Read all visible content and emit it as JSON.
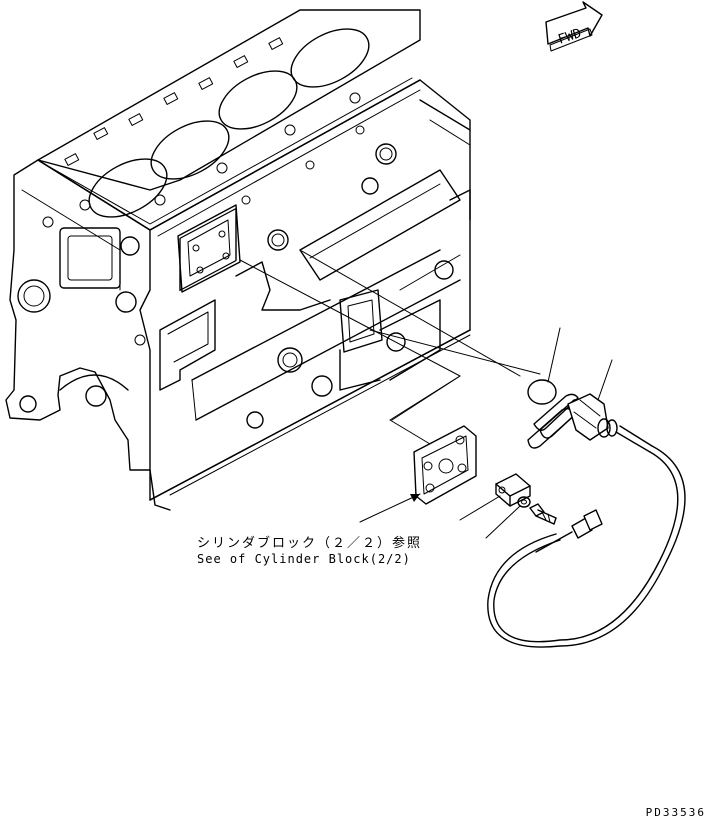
{
  "fwd_label": "FWD",
  "reference_caption": {
    "japanese": "シリンダブロック（２／２）参照",
    "english": "See of Cylinder Block(2/2)"
  },
  "drawing_code": "PD33536",
  "icons": {
    "fwd": "fwd-arrow-icon",
    "leader": "leader-arrow-icon"
  }
}
